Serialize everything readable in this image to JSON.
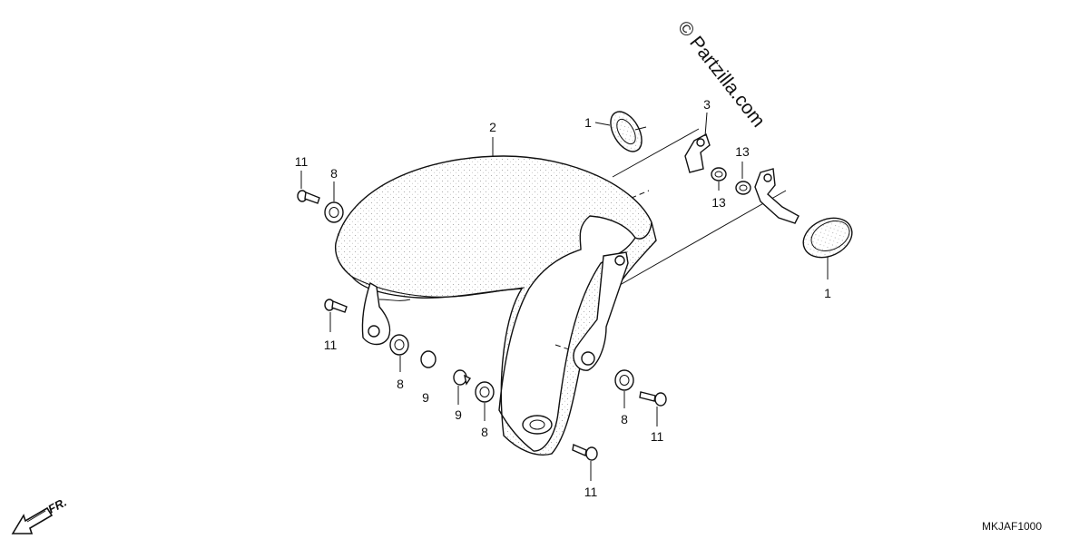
{
  "diagram": {
    "watermark": "© Partzilla.com",
    "code": "MKJAF1000",
    "direction_label": "FR.",
    "callouts": [
      {
        "id": "c1a",
        "text": "1"
      },
      {
        "id": "c1b",
        "text": "1"
      },
      {
        "id": "c2",
        "text": "2"
      },
      {
        "id": "c3",
        "text": "3"
      },
      {
        "id": "c13a",
        "text": "13"
      },
      {
        "id": "c13b",
        "text": "13"
      },
      {
        "id": "c11a",
        "text": "11"
      },
      {
        "id": "c8a",
        "text": "8"
      },
      {
        "id": "c11b",
        "text": "11"
      },
      {
        "id": "c8b",
        "text": "8"
      },
      {
        "id": "c9a",
        "text": "9"
      },
      {
        "id": "c9b",
        "text": "9"
      },
      {
        "id": "c8c",
        "text": "8"
      },
      {
        "id": "c8d",
        "text": "8"
      },
      {
        "id": "c11c",
        "text": "11"
      },
      {
        "id": "c11d",
        "text": "11"
      }
    ],
    "colors": {
      "line": "#111111",
      "background": "#ffffff",
      "stipple": "#9a9a9a"
    }
  }
}
